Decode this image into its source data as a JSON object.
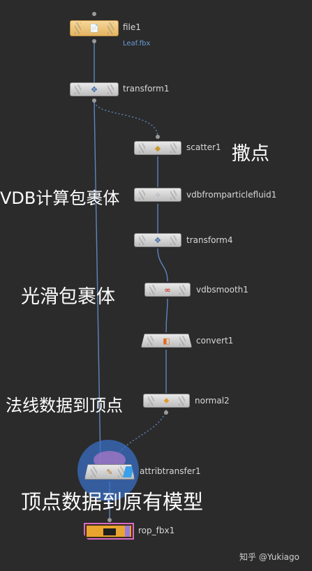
{
  "nodes": {
    "file1": {
      "label": "file1",
      "sublabel": "Leaf.fbx"
    },
    "transform1": {
      "label": "transform1"
    },
    "scatter1": {
      "label": "scatter1"
    },
    "vdbfromparticlefluid1": {
      "label": "vdbfromparticlefluid1"
    },
    "transform4": {
      "label": "transform4"
    },
    "vdbsmooth1": {
      "label": "vdbsmooth1"
    },
    "convert1": {
      "label": "convert1"
    },
    "normal2": {
      "label": "normal2"
    },
    "attribtransfer1": {
      "label": "attribtransfer1"
    },
    "rop_fbx1": {
      "label": "rop_fbx1"
    }
  },
  "annotations": {
    "scatter": "撒点",
    "vdb": "VDB计算包裹体",
    "smooth": "光滑包裹体",
    "normal": "法线数据到顶点",
    "transfer": "顶点数据到原有模型"
  },
  "watermark": "知乎 @Yukiago",
  "colors": {
    "background": "#2b2b2b",
    "wire": "#5f86c0",
    "file_node": "#e4b45f",
    "rop_border": "#d86ac9",
    "selection_halo": "#3a6fc4"
  }
}
